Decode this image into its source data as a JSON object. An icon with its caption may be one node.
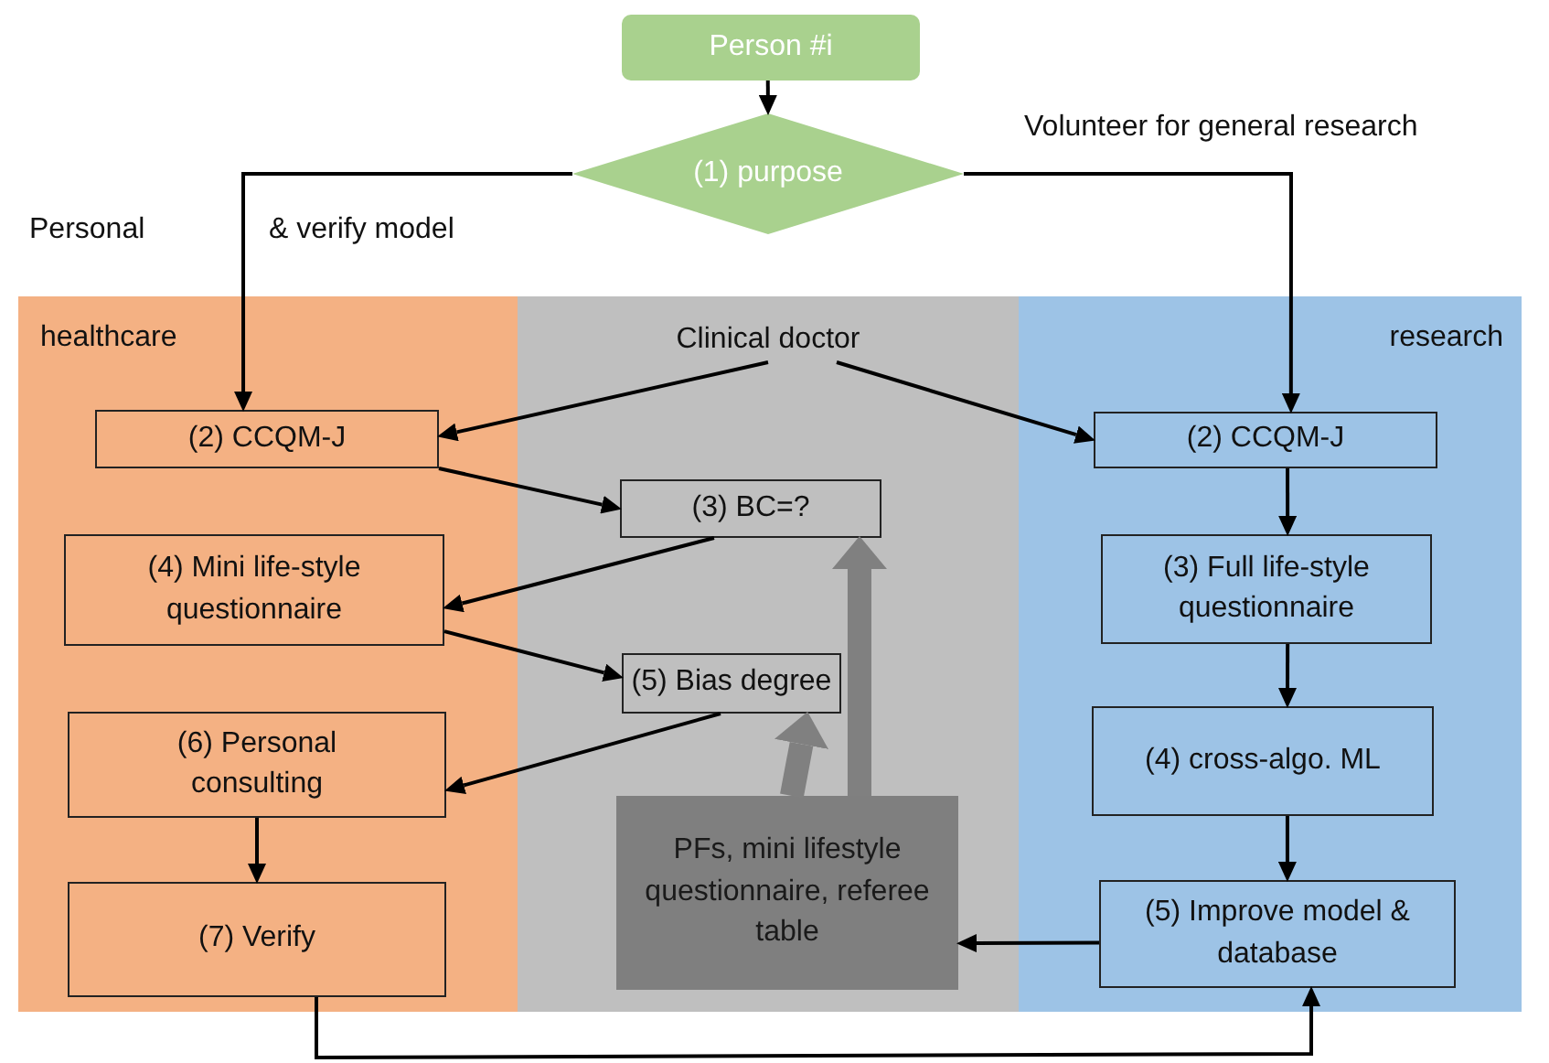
{
  "diagram": {
    "nodes": [
      {
        "text": [
          "Person #i"
        ]
      },
      {
        "text": [
          "(1) purpose"
        ]
      },
      {
        "text": [
          "healthcare"
        ]
      },
      {
        "text": [],
        "shape": "box"
      },
      {
        "text": [
          "Clinical doctor"
        ],
        "in": 3
      },
      {
        "text": [
          "research"
        ]
      },
      {
        "text": [
          "(2) CCQM-J"
        ],
        "in": 2
      },
      {
        "text": [
          "(4) Mini life-style questionnaire"
        ],
        "in": 2
      },
      {
        "text": [
          "(6) Personal consulting"
        ],
        "in": 2
      },
      {
        "text": [
          "(7) Verify"
        ],
        "in": 2
      },
      {
        "text": [
          "(3) BC=?"
        ],
        "in": 3
      },
      {
        "text": [
          "(5) Bias degree"
        ],
        "in": 3
      },
      {
        "text": [
          "PFs, mini lifestyle questionnaire, referee table"
        ],
        "in": 3
      },
      {
        "text": [
          "(2) CCQM-J"
        ],
        "in": 5
      },
      {
        "text": [
          "(3) Full life-style questionnaire"
        ],
        "in": 5
      },
      {
        "text": [
          "(4) cross-algo. ML"
        ],
        "in": 5
      },
      {
        "text": [
          "(5) Improve model & database"
        ],
        "in": 5
      }
    ],
    "edges": [
      {
        "from": 0,
        "to": 1,
        "arrow": "to"
      },
      {
        "from": 1,
        "to": 6,
        "arrow": "to"
      },
      {
        "from": 1,
        "to": 13,
        "arrow": "to"
      },
      {
        "from": 4,
        "to": 6,
        "arrow": "to"
      },
      {
        "from": 4,
        "to": 13,
        "arrow": "to"
      },
      {
        "from": 6,
        "to": 10,
        "arrow": "to"
      },
      {
        "from": 10,
        "to": 7,
        "arrow": "to"
      },
      {
        "from": 7,
        "to": 11,
        "arrow": "to"
      },
      {
        "from": 11,
        "to": 8,
        "arrow": "to"
      },
      {
        "from": 8,
        "to": 9,
        "arrow": "to"
      },
      {
        "from": 13,
        "to": 14,
        "arrow": "to"
      },
      {
        "from": 14,
        "to": 15,
        "arrow": "to"
      },
      {
        "from": 15,
        "to": 16,
        "arrow": "to"
      },
      {
        "from": 16,
        "to": 12,
        "arrow": "to"
      },
      {
        "from": 9,
        "to": 16,
        "arrow": "to"
      },
      {
        "from": 12,
        "to": 11,
        "arrow": "to",
        "style": "thick",
        "color": "#808080"
      },
      {
        "from": 12,
        "to": 10,
        "arrow": "to",
        "style": "thick",
        "color": "#808080"
      }
    ],
    "labels": [
      "Volunteer for general research",
      "Personal",
      "& verify model"
    ]
  }
}
